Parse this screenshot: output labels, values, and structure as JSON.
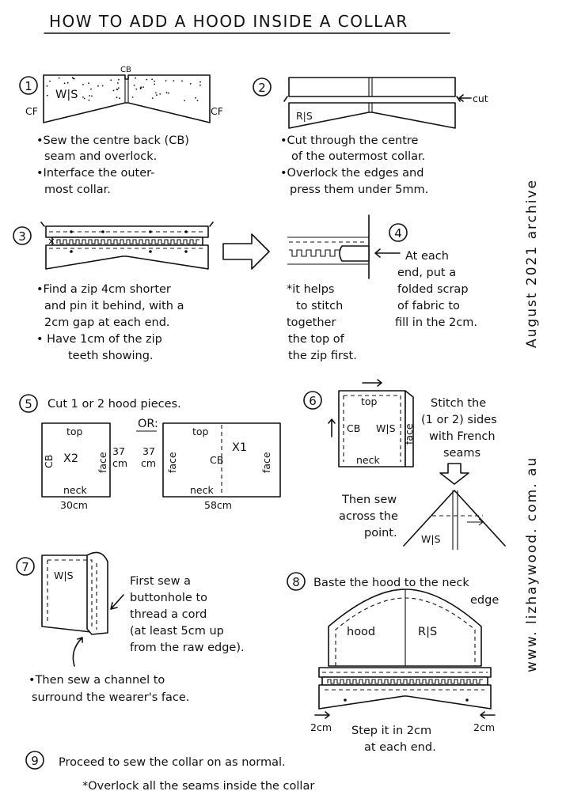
{
  "title": "HOW TO ADD A HOOD INSIDE A COLLAR",
  "side_archive": "August 2021 archive",
  "side_url": "www. lizhaywood. com. au",
  "steps": {
    "s1": {
      "num": "1",
      "labels": {
        "ws": "W|S",
        "cb": "CB",
        "cf_left": "CF",
        "cf_right": "CF"
      },
      "lines": [
        "•Sew the centre back (CB)",
        "seam and overlock.",
        "•Interface the outer-",
        "most collar."
      ]
    },
    "s2": {
      "num": "2",
      "labels": {
        "rs": "R|S",
        "cut": "cut"
      },
      "lines": [
        "•Cut through the centre",
        "of the outermost collar.",
        "•Overlock the edges and",
        "press them under 5mm."
      ]
    },
    "s3": {
      "num": "3",
      "lines": [
        "•Find a zip 4cm shorter",
        "and pin it behind, with a",
        "2cm gap at each end.",
        "• Have 1cm of the zip",
        "teeth showing."
      ]
    },
    "s4": {
      "num": "4",
      "note_lines": [
        "*it helps",
        "to stitch",
        "together",
        "the top of",
        "the zip first."
      ],
      "lines": [
        "At each",
        "end, put a",
        "folded scrap",
        "of fabric to",
        "fill in the 2cm."
      ]
    },
    "s5": {
      "num": "5",
      "heading": "Cut 1 or 2 hood pieces.",
      "or": "OR:",
      "piece1": {
        "top": "top",
        "neck": "neck",
        "cb": "CB",
        "face": "face",
        "count": "X2",
        "height_num": "37",
        "height_unit": "cm",
        "width": "30cm"
      },
      "piece2": {
        "top": "top",
        "neck": "neck",
        "cb": "CB",
        "face_left": "face",
        "face_right": "face",
        "count": "X1",
        "height_num": "37",
        "height_unit": "cm",
        "width": "58cm"
      }
    },
    "s6": {
      "num": "6",
      "labels": {
        "top": "top",
        "cb": "CB",
        "ws": "W|S",
        "face": "face",
        "neck": "neck",
        "ws2": "W|S"
      },
      "lines": [
        "Stitch the",
        "(1 or 2) sides",
        "with French",
        "seams"
      ],
      "lines2": [
        "Then sew",
        "across the",
        "point."
      ]
    },
    "s7": {
      "num": "7",
      "labels": {
        "ws": "W|S"
      },
      "lines": [
        "First sew a",
        "buttonhole to",
        "thread a cord",
        "(at least 5cm up",
        "from the raw edge)."
      ],
      "lines2": [
        "•Then sew a channel to",
        "surround the wearer's face."
      ]
    },
    "s8": {
      "num": "8",
      "heading_lines": [
        "Baste the hood to the neck",
        "edge"
      ],
      "labels": {
        "hood": "hood",
        "rs": "R|S",
        "gap_left": "2cm",
        "gap_right": "2cm"
      },
      "lines": [
        "Step it in 2cm",
        "at each end."
      ]
    },
    "s9": {
      "num": "9",
      "lines": [
        "Proceed to sew the collar on as normal.",
        "*Overlock all the seams inside the collar"
      ]
    }
  }
}
